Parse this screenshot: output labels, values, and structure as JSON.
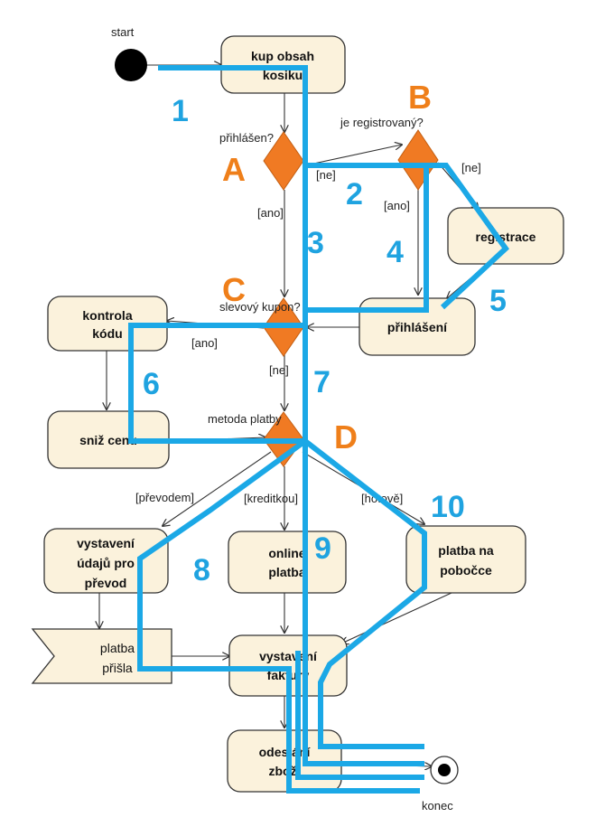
{
  "labels": {
    "start": "start",
    "end": "konec"
  },
  "nodes": {
    "kup_obsah": [
      "kup obsah",
      "kosiku"
    ],
    "registrace": [
      "registrace"
    ],
    "prihlaseni": [
      "přihlášení"
    ],
    "kontrola_kodu": [
      "kontrola",
      "kódu"
    ],
    "siz_cenu": [
      "sniž cenu"
    ],
    "vystaveni_udaju": [
      "vystavení",
      "údajů pro",
      "převod"
    ],
    "online_platba": [
      "online",
      "platba"
    ],
    "platba_pobocce": [
      "platba na",
      "pobočce"
    ],
    "platba_prisla": [
      "platba",
      "přišla"
    ],
    "vystaveni_faktury": [
      "vystavení",
      "faktury"
    ],
    "odeslani_zbozi": [
      "odeslání",
      "zboží"
    ]
  },
  "decisions": {
    "prihlasen": "přihlášen?",
    "je_registrovany": "je registrovaný?",
    "slevovy_kupon": "slevový kupon?",
    "metoda_platby": "metoda platby"
  },
  "guards": {
    "ne_top": "[ne]",
    "ne_right": "[ne]",
    "ano_left": "[ano]",
    "ano_right": "[ano]",
    "ano_coupon": "[ano]",
    "ne_coupon": "[ne]",
    "prevodem": "[převodem]",
    "kreditkou": "[kreditkou]",
    "hotove": "[hotově]"
  },
  "markers": {
    "A": "A",
    "B": "B",
    "C": "C",
    "D": "D"
  },
  "path_numbers": [
    "1",
    "2",
    "3",
    "4",
    "5",
    "6",
    "7",
    "8",
    "9",
    "10"
  ],
  "colors": {
    "path": "#1ba8e6",
    "marker_letters": "#ef7f1a",
    "decision_fill": "#f07a23",
    "node_fill": "#fbf2dc"
  }
}
